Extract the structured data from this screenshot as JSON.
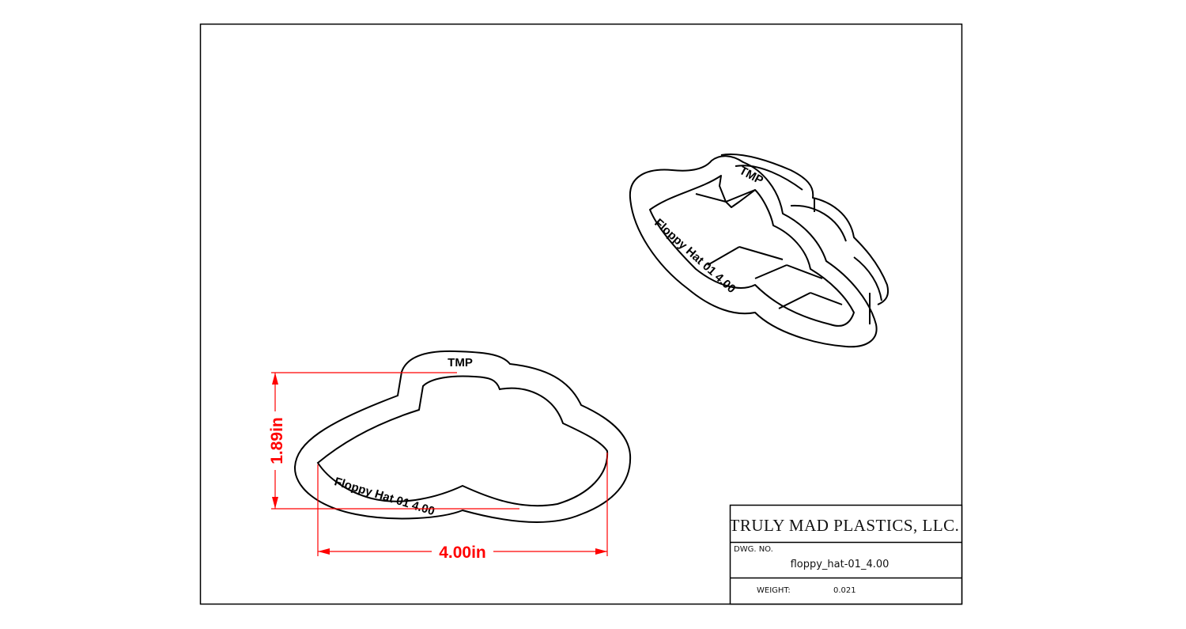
{
  "drawing": {
    "front_view": {
      "engraving_top": "TMP",
      "engraving_bottom": "Floppy Hat 01  4.00"
    },
    "iso_view": {
      "engraving_top": "TMP",
      "engraving_bottom": "Floppy Hat 01  4.00"
    },
    "dimensions": {
      "height_label": "1.89in",
      "width_label": "4.00in",
      "color": "#ff0000"
    }
  },
  "title_block": {
    "company": "TRULY MAD PLASTICS, LLC.",
    "dwg_no_label": "DWG. NO.",
    "dwg_no_value": "floppy_hat-01_4.00",
    "weight_label": "WEIGHT:",
    "weight_value": "0.021"
  }
}
